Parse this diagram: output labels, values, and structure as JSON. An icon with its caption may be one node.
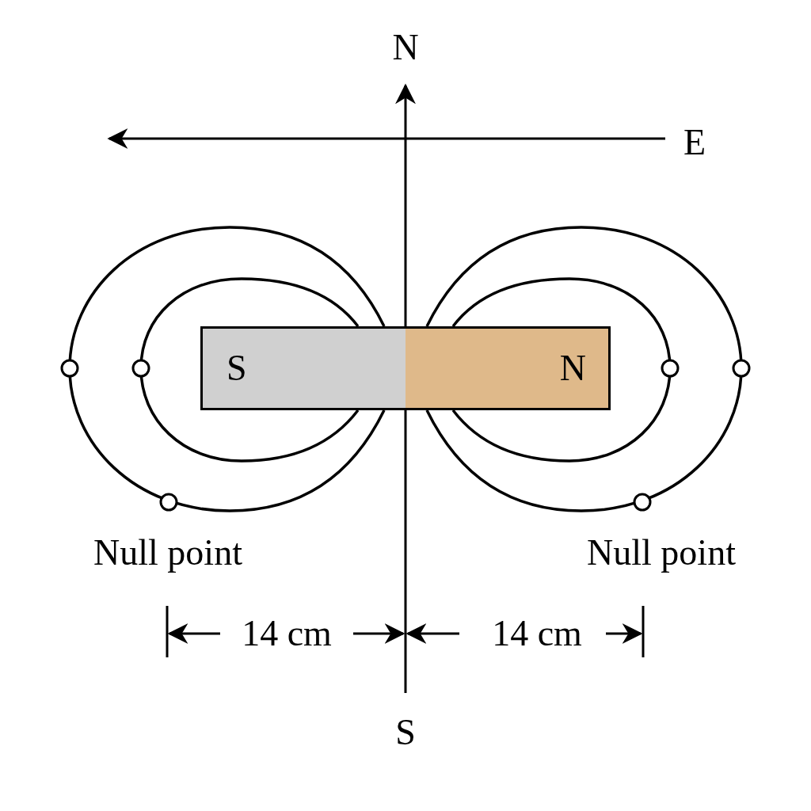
{
  "diagram": {
    "nodes": [
      {
        "text": [
          "S"
        ]
      },
      {
        "text": [
          "N"
        ]
      }
    ],
    "labels": [
      "N",
      "E",
      "Null point",
      "Null point",
      "14 cm",
      "14 cm",
      "S"
    ]
  }
}
